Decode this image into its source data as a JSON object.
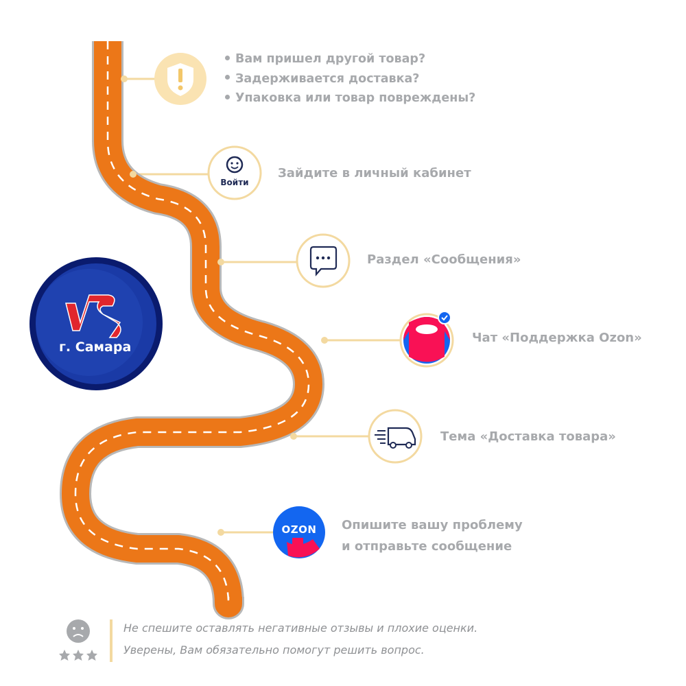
{
  "colors": {
    "road": "#ec7718",
    "road_edge": "#b8b8b8",
    "connector": "#f3d9a0",
    "icon_fill": "#fae3b2",
    "icon_ring": "#f3d9a0",
    "text": "#a7a9ac",
    "logo_blue": "#1a3aa6",
    "logo_red": "#e1262d",
    "ozon_blue": "#1366f0",
    "ozon_pink": "#f91155"
  },
  "steps": {
    "bullets": [
      "Вам пришел другой товар?",
      "Задерживается доставка?",
      "Упаковка или товар повреждены?"
    ],
    "step2": "Зайдите в личный кабинет",
    "step2_icon_label": "Войти",
    "step3": "Раздел «Сообщения»",
    "step4": "Чат «Поддержка Ozon»",
    "step5": "Тема «Доставка товара»",
    "step6_line1": "Опишите вашу проблему",
    "step6_line2": "и отправьте сообщение",
    "ozon_logo_text": "OZON"
  },
  "logo": {
    "city": "г. Самара"
  },
  "footer": {
    "line1": "Не спешите оставлять негативные отзывы и плохие оценки.",
    "line2": "Уверены, Вам обязательно помогут решить вопрос."
  },
  "icons": [
    "warning-shield-icon",
    "login-face-icon",
    "chat-bubble-icon",
    "ozon-support-icon",
    "delivery-truck-icon",
    "ozon-logo-icon",
    "sad-face-icon",
    "star-icon"
  ]
}
